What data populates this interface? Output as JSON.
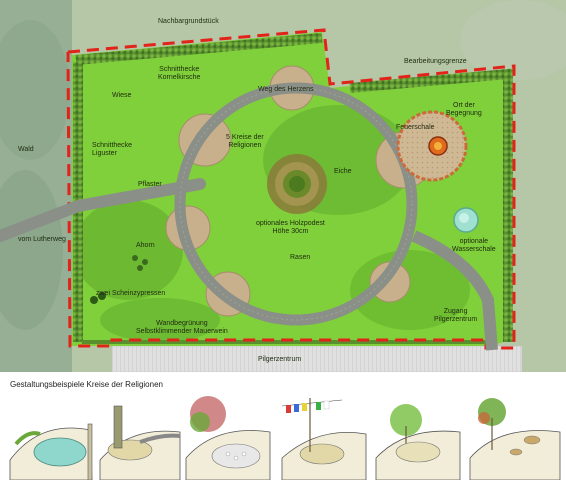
{
  "labels": {
    "nachbar": "Nachbargrundstück",
    "bearbeitung": "Bearbeitungsgrenze",
    "schnitthecke_kornel": "Schnitthecke\nKornelkirsche",
    "wiese": "Wiese",
    "weg_herzens": "Weg des Herzens",
    "ort_begegnung": "Ort der\nBegegnung",
    "feuerschale": "Feuerschale",
    "wald": "Wald",
    "schnitthecke_liguster": "Schnitthecke\nLiguster",
    "kreise_religionen": "5 Kreise der\nReligionen",
    "pflaster": "Pflaster",
    "eiche": "Eiche",
    "vom_lutherweg": "vom Lutherweg",
    "holzpodest": "optionales Holzpodest\nHöhe 30cm",
    "wasserschale": "optionale\nWasserschale",
    "ahorn": "Ahorn",
    "rasen": "Rasen",
    "scheinzypressen": "zwei Scheinzypressen",
    "zugang": "Zugang\nPilgerzentrum",
    "wandbegruenung": "Wandbegrünung\nSelbstklimmender Mauerwein",
    "pilgerzentrum": "Pilgerzentrum"
  },
  "caption": "Gestaltungsbeispiele  Kreise der Religionen",
  "colors": {
    "lawn": "#7fd03a",
    "hedge": "#4f8a2a",
    "forest": "#8aa58a",
    "path": "#8a8f88",
    "circle_pad": "#c8b08a",
    "boundary": "#e2231a",
    "building": "#d8d8d8"
  },
  "icons": [
    "water-bowl-sketch",
    "pillar-sketch",
    "tree-stone-sketch",
    "flag-pole-sketch",
    "shrub-sketch",
    "tree-pebbles-sketch"
  ]
}
